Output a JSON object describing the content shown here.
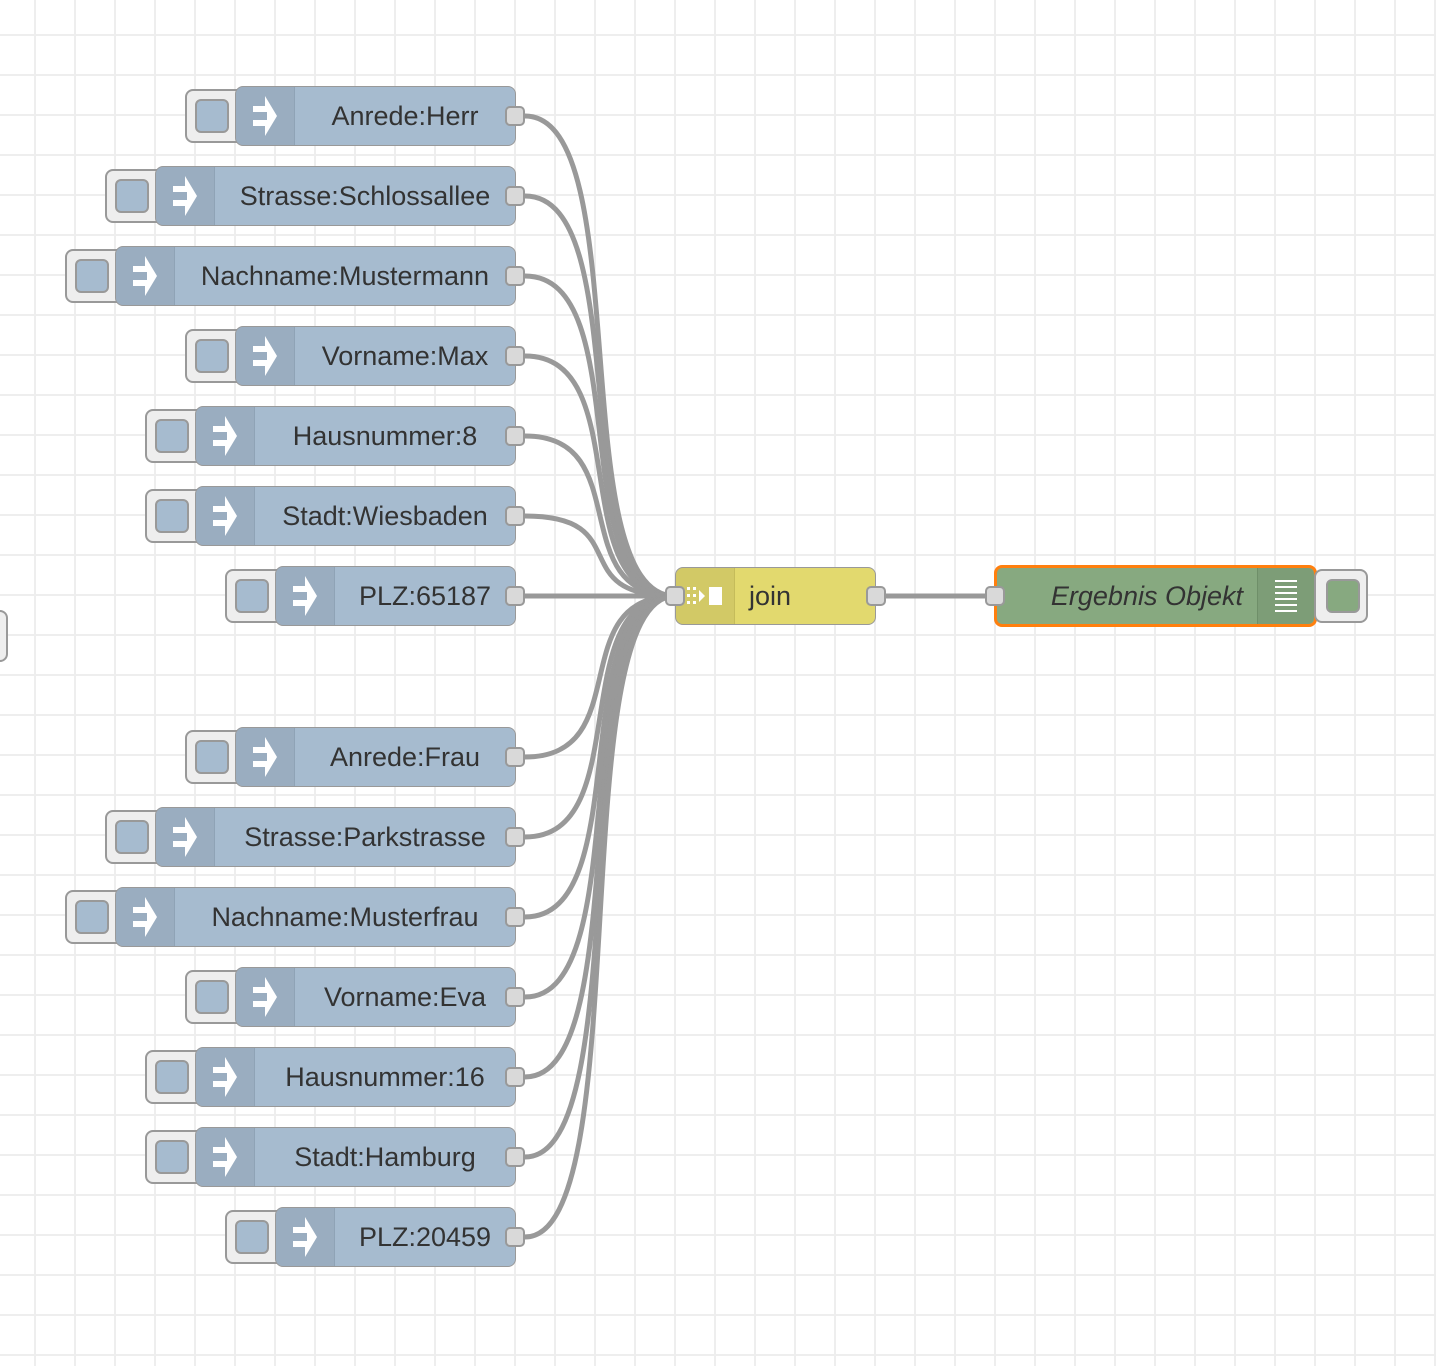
{
  "canvas": {
    "grid_color": "#eeeeee",
    "wire_color": "#999999"
  },
  "inject_nodes": [
    {
      "label": "Anrede:Herr",
      "icon": "arrow-right-icon"
    },
    {
      "label": "Strasse:Schlossallee",
      "icon": "arrow-right-icon"
    },
    {
      "label": "Nachname:Mustermann",
      "icon": "arrow-right-icon"
    },
    {
      "label": "Vorname:Max",
      "icon": "arrow-right-icon"
    },
    {
      "label": "Hausnummer:8",
      "icon": "arrow-right-icon"
    },
    {
      "label": "Stadt:Wiesbaden",
      "icon": "arrow-right-icon"
    },
    {
      "label": "PLZ:65187",
      "icon": "arrow-right-icon"
    },
    {
      "label": "Anrede:Frau",
      "icon": "arrow-right-icon"
    },
    {
      "label": "Strasse:Parkstrasse",
      "icon": "arrow-right-icon"
    },
    {
      "label": "Nachname:Musterfrau",
      "icon": "arrow-right-icon"
    },
    {
      "label": "Vorname:Eva",
      "icon": "arrow-right-icon"
    },
    {
      "label": "Hausnummer:16",
      "icon": "arrow-right-icon"
    },
    {
      "label": "Stadt:Hamburg",
      "icon": "arrow-right-icon"
    },
    {
      "label": "PLZ:20459",
      "icon": "arrow-right-icon"
    }
  ],
  "join_node": {
    "label": "join",
    "icon": "join-icon",
    "color": "#e2d96e"
  },
  "debug_node": {
    "label": "Ergebnis Objekt",
    "icon": "debug-list-icon",
    "color": "#87a980",
    "selected": true,
    "selection_color": "#ff7f0e"
  },
  "colors": {
    "inject": "#a6bbcf"
  }
}
